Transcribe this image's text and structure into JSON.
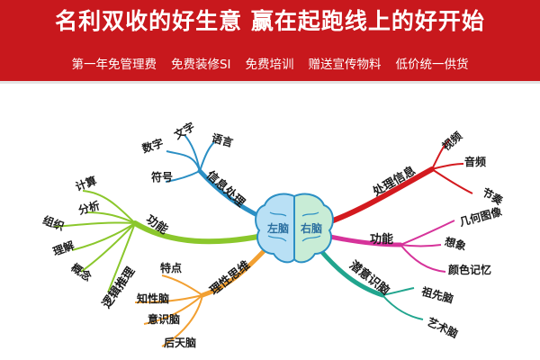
{
  "banner": {
    "headline": "名利双收的好生意  赢在起跑线上的好开始",
    "features": [
      "第一年免管理费",
      "免费装修SI",
      "免费培训",
      "赠送宣传物料",
      "低价统一供货"
    ]
  },
  "mindmap": {
    "brain": {
      "left": "左脑",
      "right": "右脑"
    },
    "left_branches": [
      {
        "label": "信息处理",
        "color": "#2b8fc4",
        "children": [
          "数字",
          "文字",
          "语言",
          "符号"
        ]
      },
      {
        "label": "功能",
        "color": "#8bc72c",
        "children": [
          "计算",
          "分析",
          "组织",
          "理解",
          "概念",
          "逻辑推理"
        ]
      },
      {
        "label": "理性思维",
        "color": "#f2a032",
        "children": [
          "特点",
          "知性脑",
          "意识脑",
          "后天脑"
        ]
      }
    ],
    "right_branches": [
      {
        "label": "处理信息",
        "color": "#d31a1f",
        "children": [
          "视频",
          "音频",
          "节奏"
        ]
      },
      {
        "label": "功能",
        "color": "#d6339a",
        "children": [
          "几何图像",
          "想象",
          "颜色记忆"
        ]
      },
      {
        "label": "潜意识脑",
        "color": "#21a58e",
        "children": [
          "祖先脑",
          "艺术脑"
        ]
      }
    ],
    "colors": {
      "text": "#1a1a1a",
      "brain_left": "#b9e0f5",
      "brain_right": "#c8ecd6",
      "outline": "#2b8fc4"
    }
  }
}
